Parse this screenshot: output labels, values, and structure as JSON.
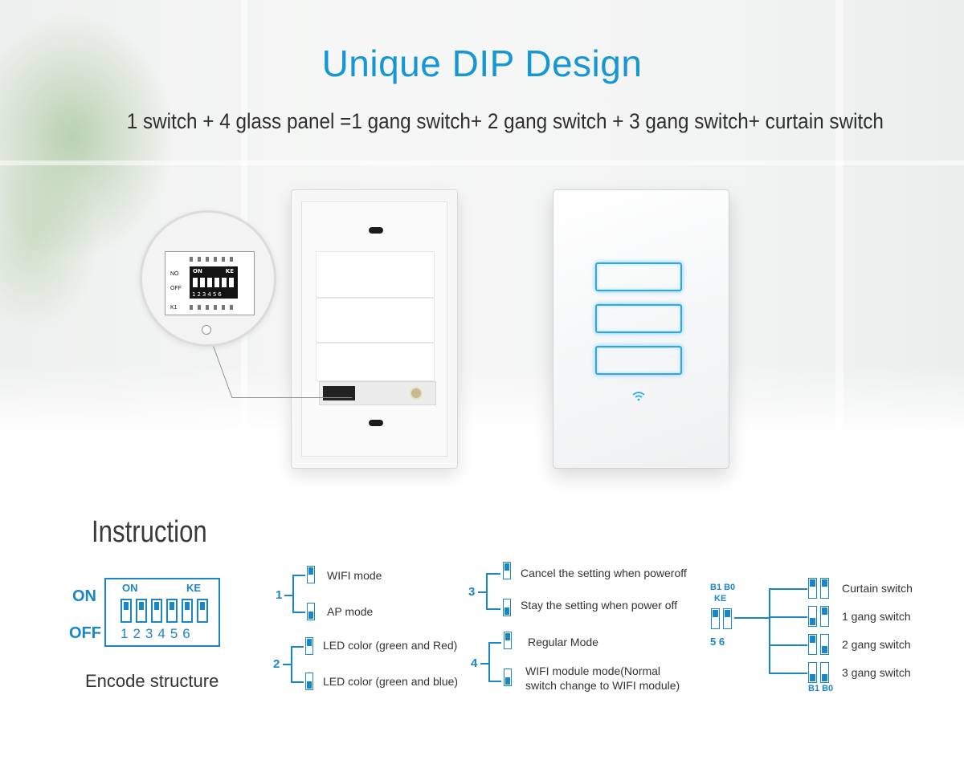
{
  "header": {
    "title": "Unique DIP Design",
    "subtitle": "1 switch + 4 glass panel =1 gang switch+ 2 gang switch + 3 gang switch+ curtain switch"
  },
  "magnifier": {
    "no_label": "NO",
    "off_label": "OFF",
    "k1_label": "K1",
    "on_label": "ON",
    "ke_label": "KE",
    "numbers": "123456"
  },
  "instruction": {
    "title": "Instruction",
    "on_label": "ON",
    "off_label": "OFF",
    "box_on": "ON",
    "box_ke": "KE",
    "box_numbers": "123456",
    "caption": "Encode structure"
  },
  "groups": [
    {
      "num": "1",
      "items": [
        "WIFI mode",
        "AP mode"
      ]
    },
    {
      "num": "2",
      "items": [
        "LED color (green and Red)",
        "LED color (green and blue)"
      ]
    },
    {
      "num": "3",
      "items": [
        "Cancel the setting when poweroff",
        "Stay the setting when power off"
      ]
    },
    {
      "num": "4",
      "items": [
        "Regular Mode",
        "WIFI module mode(Normal",
        "switch change to WIFI module)"
      ]
    }
  ],
  "gang_map": {
    "top_labels": "B1 B0",
    "ke": "KE",
    "nums": "5 6",
    "bottom_labels": "B1 B0",
    "items": [
      "Curtain switch",
      "1 gang switch",
      "2 gang switch",
      "3 gang switch"
    ]
  },
  "colors": {
    "accent": "#1596d6",
    "diagram": "#1a86c8"
  }
}
